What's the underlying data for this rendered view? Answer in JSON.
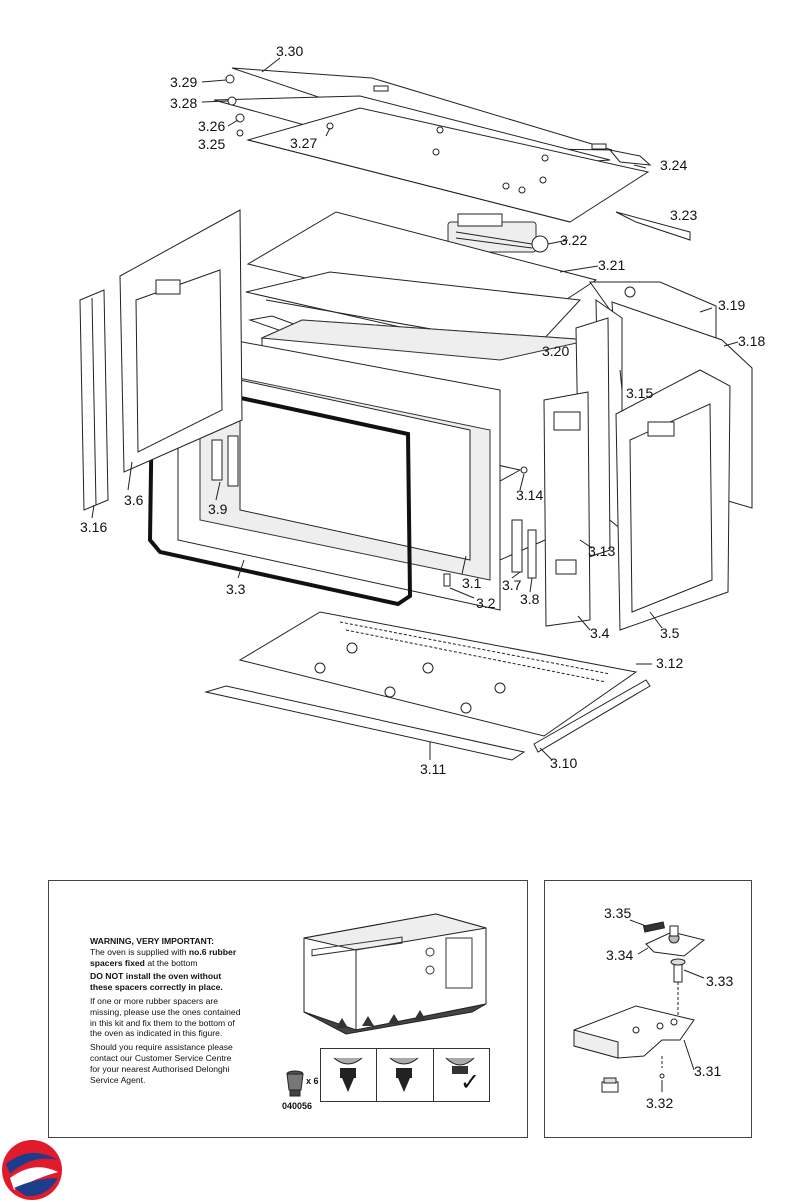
{
  "main_diagram": {
    "labels": [
      {
        "id": "l330",
        "text": "3.30"
      },
      {
        "id": "l329",
        "text": "3.29"
      },
      {
        "id": "l328",
        "text": "3.28"
      },
      {
        "id": "l326",
        "text": "3.26"
      },
      {
        "id": "l325",
        "text": "3.25"
      },
      {
        "id": "l327",
        "text": "3.27"
      },
      {
        "id": "l324",
        "text": "3.24"
      },
      {
        "id": "l323",
        "text": "3.23"
      },
      {
        "id": "l322",
        "text": "3.22"
      },
      {
        "id": "l321",
        "text": "3.21"
      },
      {
        "id": "l319",
        "text": "3.19"
      },
      {
        "id": "l318",
        "text": "3.18"
      },
      {
        "id": "l320",
        "text": "3.20"
      },
      {
        "id": "l315",
        "text": "3.15"
      },
      {
        "id": "l314",
        "text": "3.14"
      },
      {
        "id": "l313",
        "text": "3.13"
      },
      {
        "id": "l36",
        "text": "3.6"
      },
      {
        "id": "l316",
        "text": "3.16"
      },
      {
        "id": "l39",
        "text": "3.9"
      },
      {
        "id": "l33",
        "text": "3.3"
      },
      {
        "id": "l31",
        "text": "3.1"
      },
      {
        "id": "l37",
        "text": "3.7"
      },
      {
        "id": "l38",
        "text": "3.8"
      },
      {
        "id": "l32",
        "text": "3.2"
      },
      {
        "id": "l34",
        "text": "3.4"
      },
      {
        "id": "l35",
        "text": "3.5"
      },
      {
        "id": "l312",
        "text": "3.12"
      },
      {
        "id": "l311",
        "text": "3.11"
      },
      {
        "id": "l310",
        "text": "3.10"
      }
    ]
  },
  "warning_panel": {
    "heading": "WARNING, VERY IMPORTANT:",
    "p1_a": "The oven is supplied with ",
    "p1_b": "no.6 rubber spacers fixed",
    "p1_c": " at the bottom",
    "p2": "DO NOT install the oven without these spacers correctly in place.",
    "p3": "If one or more rubber spacers are missing, please use the ones contained in this kit and fix them to the bottom of the oven as indicated in this figure.",
    "p4": "Should you require assistance please contact our Customer Service Centre for your nearest Authorised Delonghi Service Agent.",
    "quantity": "x 6",
    "part_number": "040056",
    "check_mark": "✓"
  },
  "side_panel": {
    "labels": [
      {
        "id": "l335",
        "text": "3.35"
      },
      {
        "id": "l334",
        "text": "3.34"
      },
      {
        "id": "l333",
        "text": "3.33"
      },
      {
        "id": "l331",
        "text": "3.31"
      },
      {
        "id": "l332",
        "text": "3.32"
      }
    ]
  }
}
